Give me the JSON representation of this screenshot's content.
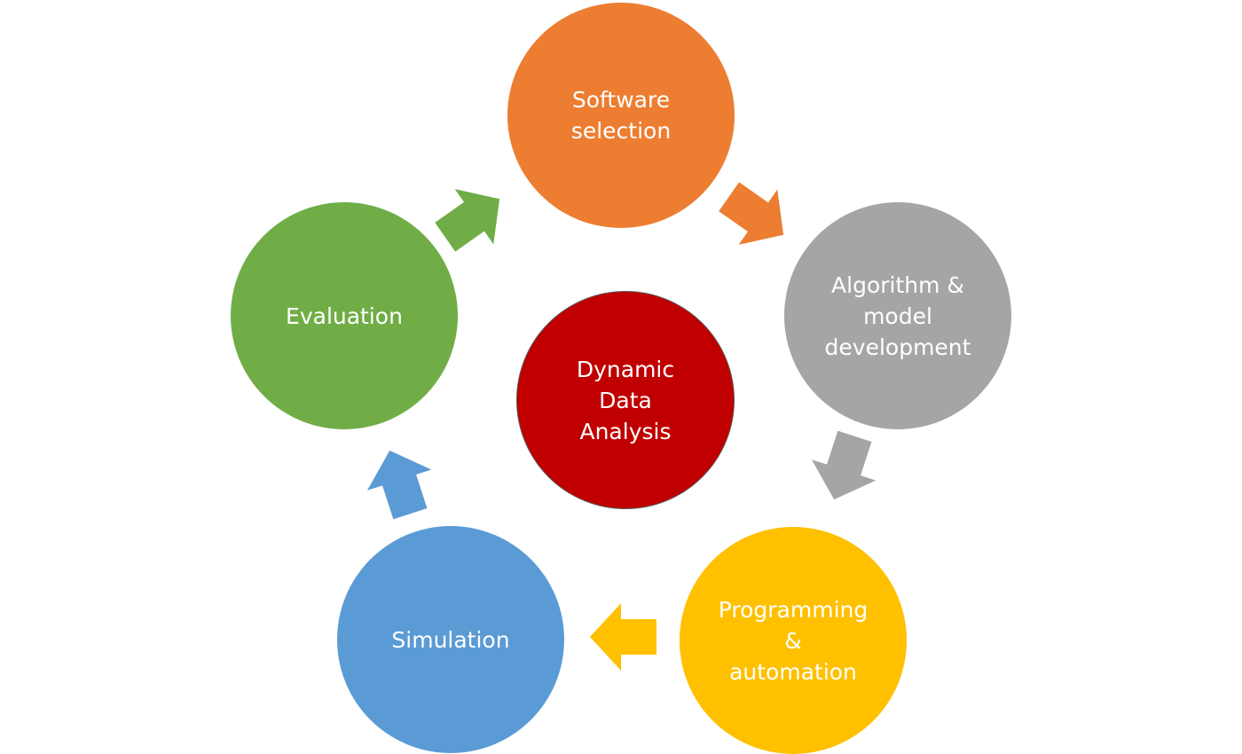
{
  "diagram": {
    "center": {
      "label": "Dynamic\nData\nAnalysis",
      "color": "#c00000"
    },
    "steps": [
      {
        "id": "software",
        "label": "Software\nselection",
        "color": "#ed7d31"
      },
      {
        "id": "algorithm",
        "label": "Algorithm &\nmodel\ndevelopment",
        "color": "#a5a5a5"
      },
      {
        "id": "programming",
        "label": "Programming\n&\nautomation",
        "color": "#ffc000"
      },
      {
        "id": "simulation",
        "label": "Simulation",
        "color": "#5b9bd5"
      },
      {
        "id": "evaluation",
        "label": "Evaluation",
        "color": "#70ad47"
      }
    ],
    "arrows": [
      {
        "from": "software",
        "to": "algorithm",
        "color": "#ed7d31"
      },
      {
        "from": "algorithm",
        "to": "programming",
        "color": "#a5a5a5"
      },
      {
        "from": "programming",
        "to": "simulation",
        "color": "#ffc000"
      },
      {
        "from": "simulation",
        "to": "evaluation",
        "color": "#5b9bd5"
      },
      {
        "from": "evaluation",
        "to": "software",
        "color": "#70ad47"
      }
    ]
  }
}
